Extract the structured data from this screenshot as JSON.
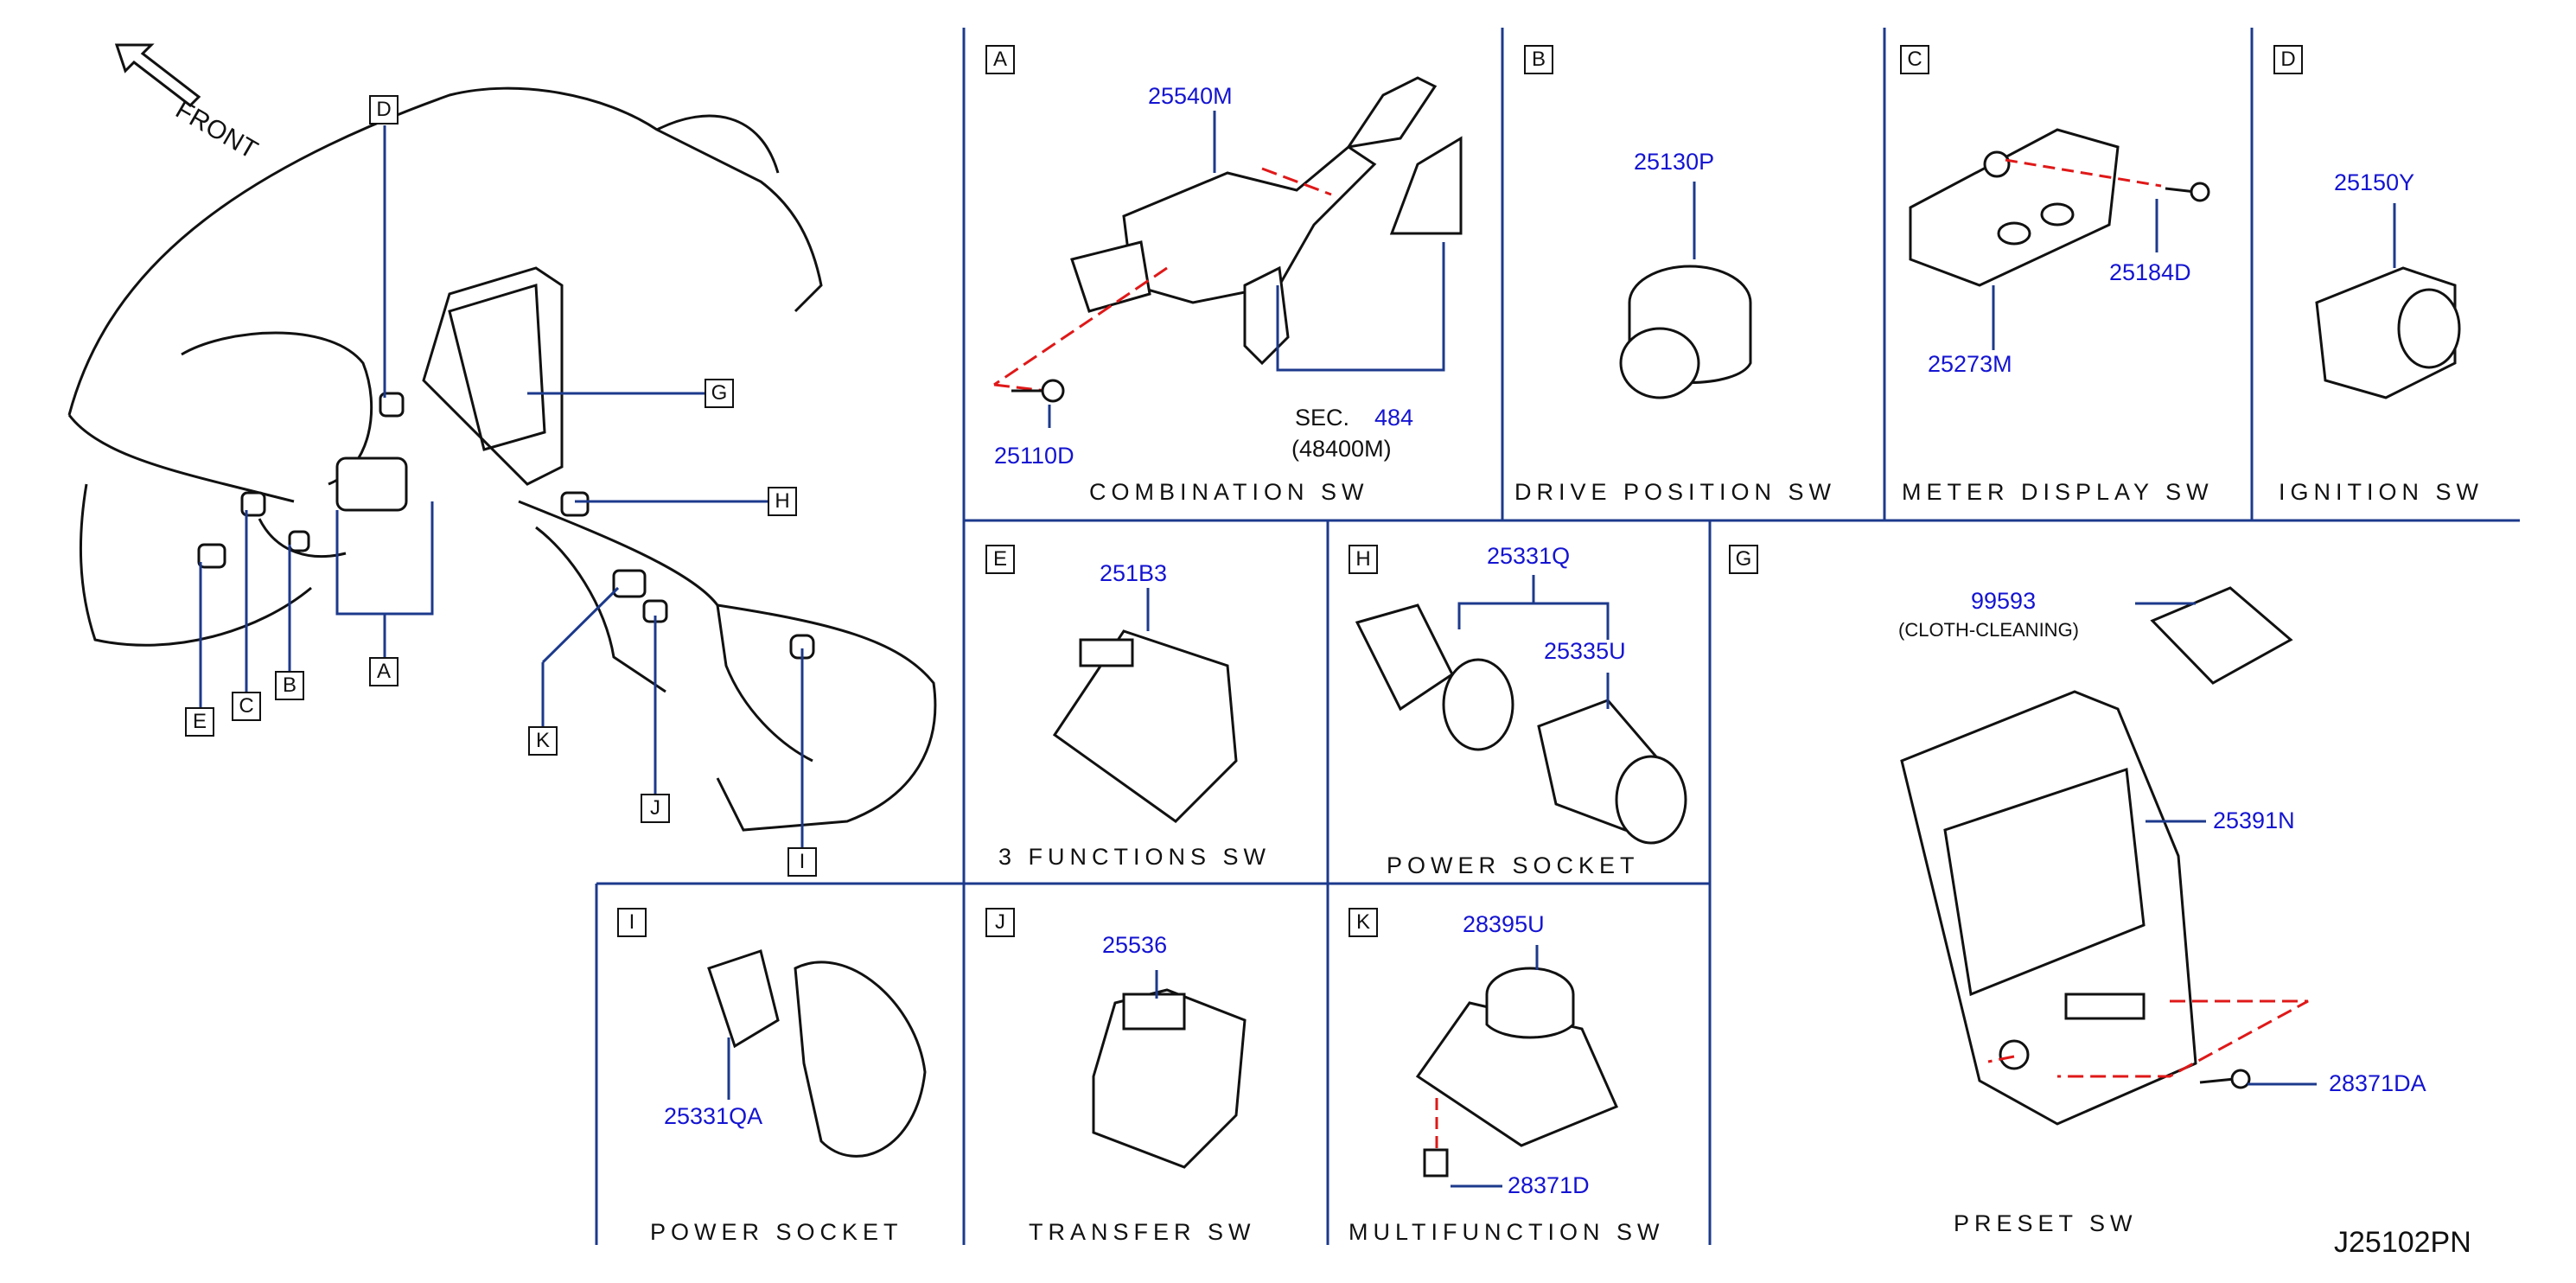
{
  "figure_code": "J25102PN",
  "overview": {
    "front_label": "FRONT",
    "callouts": [
      "D",
      "G",
      "H",
      "A",
      "B",
      "C",
      "E",
      "K",
      "J",
      "I"
    ]
  },
  "panels": [
    {
      "letter": "A",
      "title": "COMBINATION   SW",
      "parts": [
        "25540M",
        "25110D"
      ],
      "sec_label": "SEC.",
      "sec_ref": "484",
      "sec_sub": "(48400M)"
    },
    {
      "letter": "B",
      "title": "DRIVE   POSITION   SW",
      "parts": [
        "25130P"
      ]
    },
    {
      "letter": "C",
      "title": "METER   DISPLAY   SW",
      "parts": [
        "25184D",
        "25273M"
      ]
    },
    {
      "letter": "D",
      "title": "IGNITION   SW",
      "parts": [
        "25150Y"
      ]
    },
    {
      "letter": "E",
      "title": "3   FUNCTIONS   SW",
      "parts": [
        "251B3"
      ]
    },
    {
      "letter": "H",
      "title": "POWER   SOCKET",
      "parts": [
        "25331Q",
        "25335U"
      ]
    },
    {
      "letter": "G",
      "title": "PRESET   SW",
      "parts": [
        "99593",
        "25391N",
        "28371DA"
      ],
      "note": "(CLOTH-CLEANING)"
    },
    {
      "letter": "I",
      "title": "POWER   SOCKET",
      "parts": [
        "25331QA"
      ]
    },
    {
      "letter": "J",
      "title": "TRANSFER   SW",
      "parts": [
        "25536"
      ]
    },
    {
      "letter": "K",
      "title": "MULTIFUNCTION   SW",
      "parts": [
        "28395U",
        "28371D"
      ]
    }
  ],
  "colors": {
    "part_number": "#1414d2",
    "frame": "#1c3a8c",
    "dash": "#e01818",
    "ink": "#111111"
  }
}
